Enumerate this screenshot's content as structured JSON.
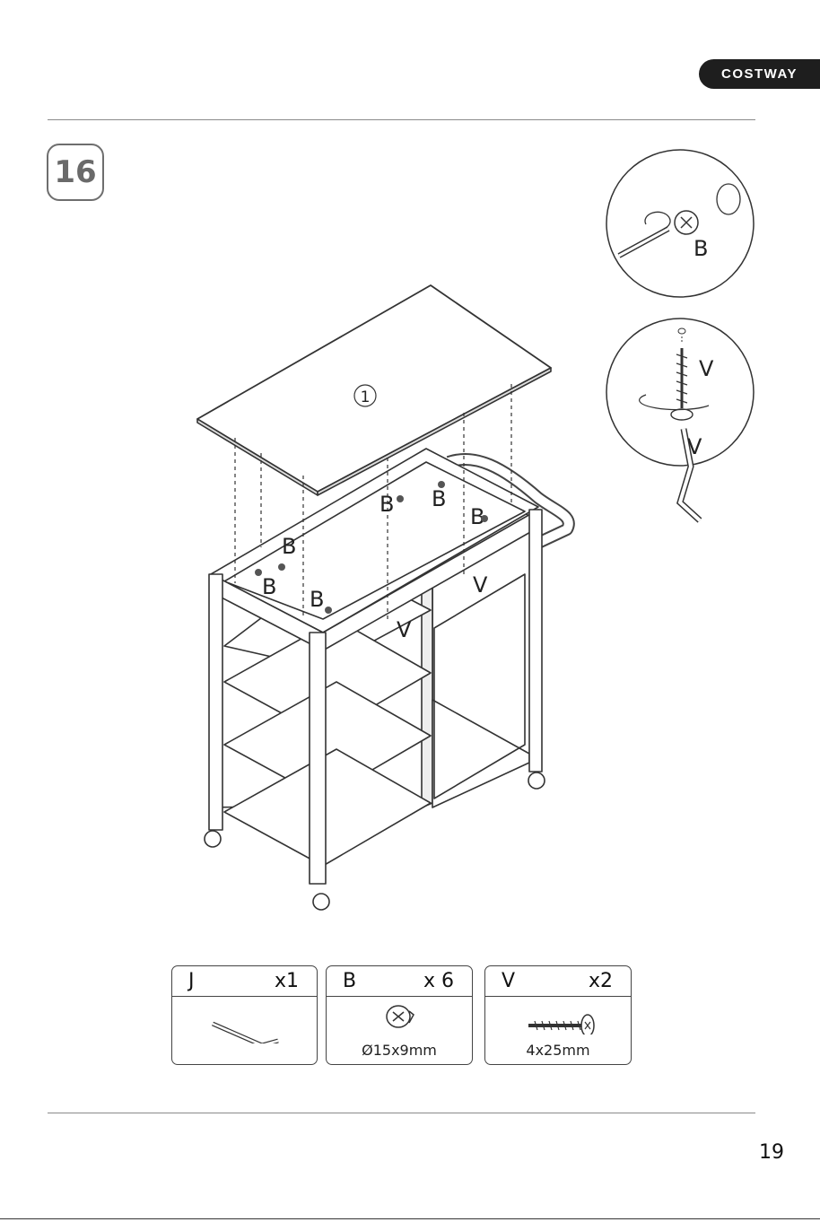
{
  "brand": "COSTWAY",
  "step_number": "16",
  "page_number": "19",
  "diagram": {
    "panel_label": "1",
    "callouts": [
      "B",
      "B",
      "B",
      "B",
      "B",
      "B",
      "V",
      "V"
    ],
    "detail_b_label": "B",
    "detail_v_label_1": "V",
    "detail_v_label_2": "V"
  },
  "parts": [
    {
      "code": "J",
      "qty": "x1",
      "size": "",
      "icon": "allen-key-icon"
    },
    {
      "code": "B",
      "qty": "x 6",
      "size": "Ø15x9mm",
      "icon": "cam-lock-icon"
    },
    {
      "code": "V",
      "qty": "x2",
      "size": "4x25mm",
      "icon": "screw-icon"
    }
  ]
}
